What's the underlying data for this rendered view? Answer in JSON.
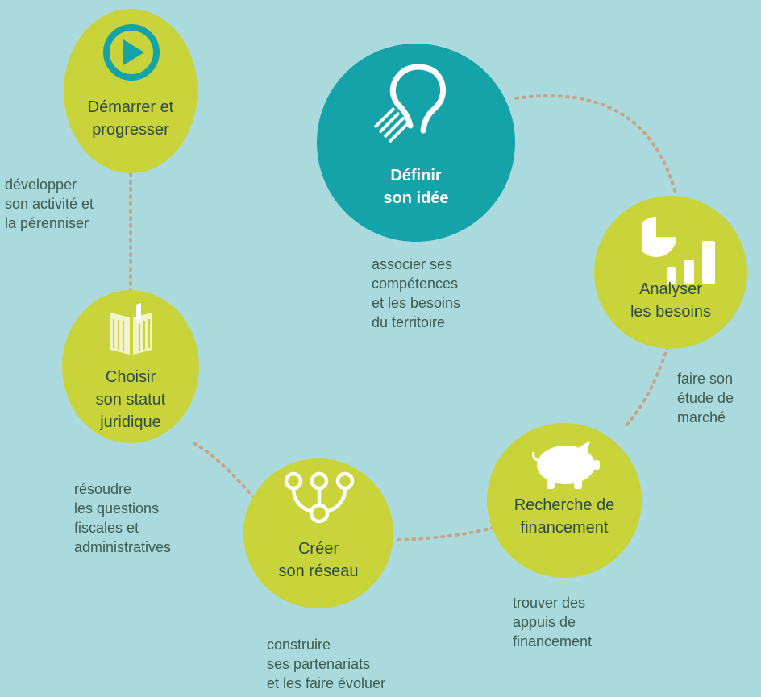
{
  "colors": {
    "background": "#aadadd",
    "step": "#c8d43a",
    "main_step": "#15a3aa",
    "connector": "#c9a483",
    "label": "#2f4a43",
    "description": "#3b5b52"
  },
  "steps": [
    {
      "id": "definir",
      "icon": "light-bulb-icon",
      "label": [
        "Définir",
        "son idée"
      ],
      "description": [
        "associer ses",
        "compétences",
        "et les besoins",
        "du territoire"
      ]
    },
    {
      "id": "analyser",
      "icon": "chart-icon",
      "label": [
        "Analyser",
        "les besoins"
      ],
      "description": [
        "faire son",
        "étude de",
        "marché"
      ]
    },
    {
      "id": "financement",
      "icon": "piggy-bank-icon",
      "label": [
        "Recherche de",
        "financement"
      ],
      "description": [
        "trouver des",
        "appuis de",
        "financement"
      ]
    },
    {
      "id": "reseau",
      "icon": "network-icon",
      "label": [
        "Créer",
        "son réseau"
      ],
      "description": [
        "construire",
        "ses partenariats",
        "et les faire évoluer"
      ]
    },
    {
      "id": "statut",
      "icon": "open-book-icon",
      "label": [
        "Choisir",
        "son statut",
        "juridique"
      ],
      "description": [
        "résoudre",
        "les questions",
        "fiscales et",
        "administratives"
      ]
    },
    {
      "id": "demarrer",
      "icon": "play-icon",
      "label": [
        "Démarrer et",
        "progresser"
      ],
      "description": [
        "développer",
        "son activité et",
        "la pérenniser"
      ]
    }
  ]
}
